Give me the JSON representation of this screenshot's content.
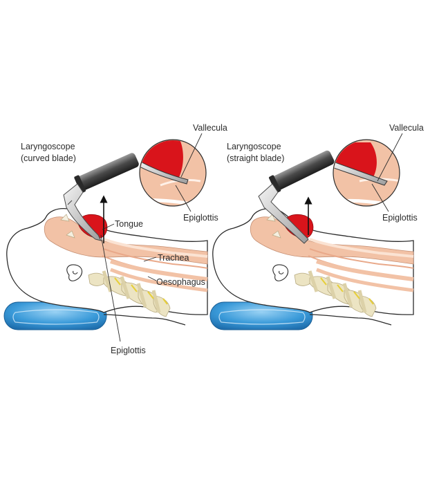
{
  "left_panel": {
    "laryngoscope_label_1": "Laryngoscope",
    "laryngoscope_label_2": "(curved blade)",
    "vallecula_label": "Vallecula",
    "epiglottis_inset_label": "Epiglottis",
    "tongue_label": "Tongue",
    "trachea_label": "Trachea",
    "oesophagus_label": "Oesophagus",
    "epiglottis_bottom_label": "Epiglottis"
  },
  "right_panel": {
    "laryngoscope_label_1": "Laryngoscope",
    "laryngoscope_label_2": "(straight blade)",
    "vallecula_label": "Vallecula",
    "epiglottis_inset_label": "Epiglottis"
  },
  "colors": {
    "tongue": "#d9141b",
    "skin": "#f2c2a6",
    "pillow": "#3a9ad9",
    "spine": "#ece4c3",
    "disc": "#e6cf3c",
    "handle": "#505050"
  }
}
